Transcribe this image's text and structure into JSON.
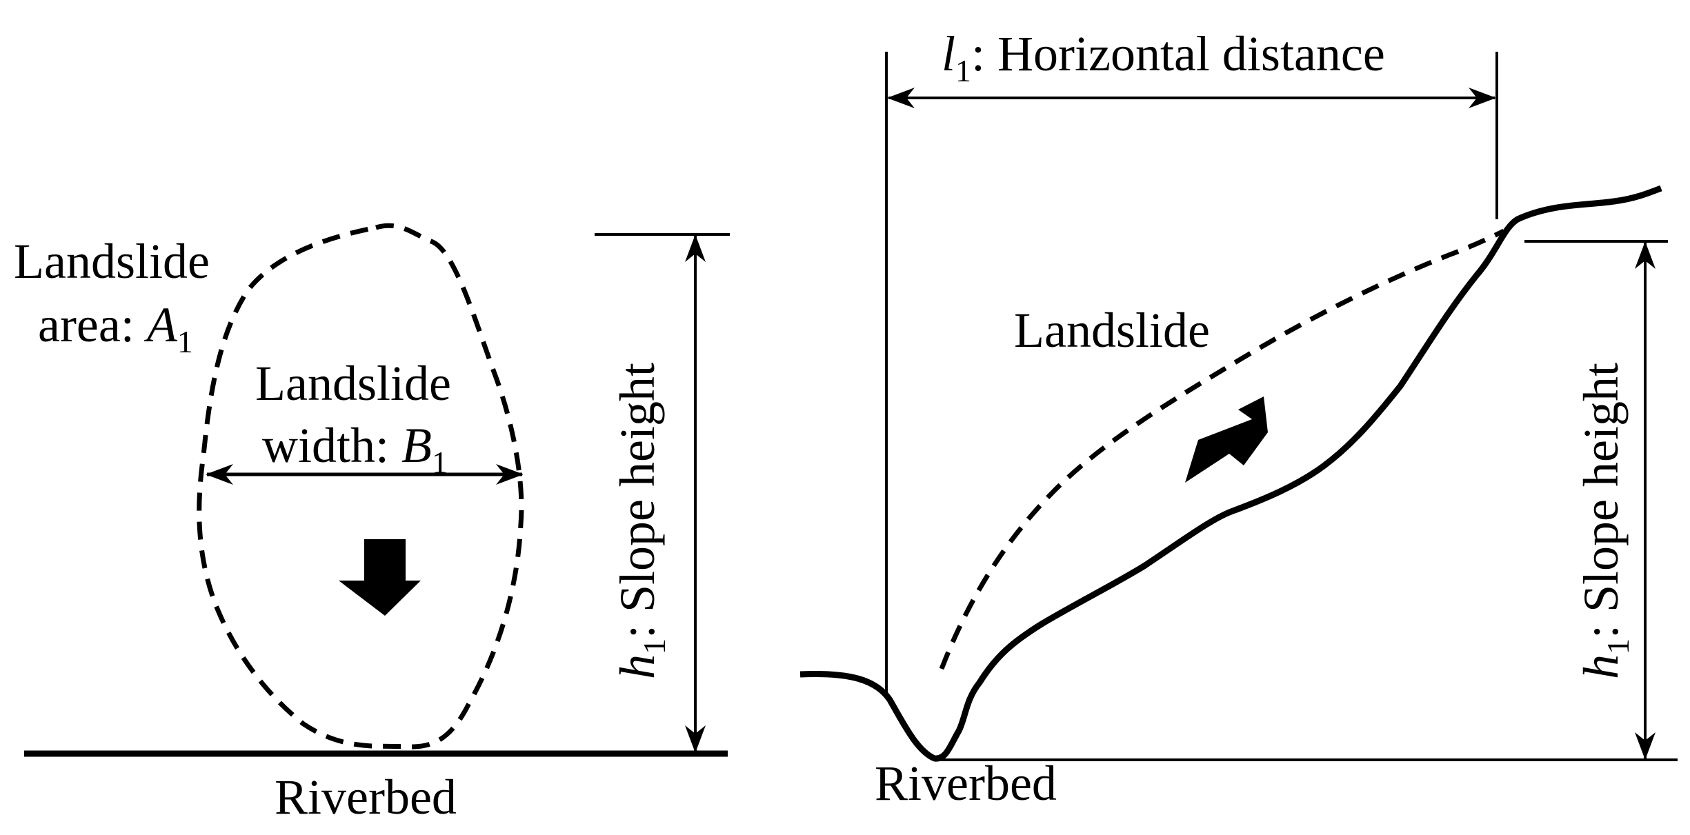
{
  "left_panel": {
    "area_label_line1": "Landslide",
    "area_label_line2_prefix": "area: ",
    "area_label_var": "A",
    "area_label_sub": "1",
    "width_label_line1": "Landslide",
    "width_label_line2_prefix": "width: ",
    "width_label_var": "B",
    "width_label_sub": "1",
    "height_label_var": "h",
    "height_label_sub": "1",
    "height_label_text": ": Slope height",
    "riverbed_label": "Riverbed"
  },
  "right_panel": {
    "distance_label_var": "l",
    "distance_label_sub": "1",
    "distance_label_text": ": Horizontal distance",
    "landslide_label": "Landslide",
    "height_label_var": "h",
    "height_label_sub": "1",
    "height_label_text": ": Slope height",
    "riverbed_label": "Riverbed"
  },
  "colors": {
    "ink": "#000000",
    "background": "#ffffff"
  }
}
